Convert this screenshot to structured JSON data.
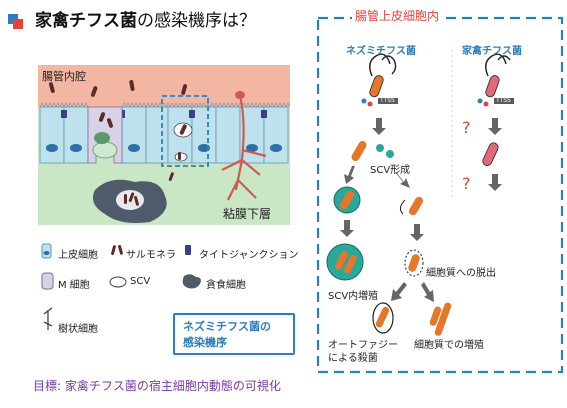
{
  "title": {
    "main": "家禽チフス菌",
    "rest": "の感染機序は？"
  },
  "tissue": {
    "lumen_label": "腸管内腔",
    "submucosa_label": "粘膜下層"
  },
  "legend": {
    "epithelial": "上皮細胞",
    "salmonella": "サルモネラ",
    "tight_junction": "タイトジャンクション",
    "m_cell": "M 細胞",
    "scv": "SCV",
    "phagocyte": "貪食細胞",
    "dendritic": "樹状細胞"
  },
  "mechanism_box": {
    "line1": "ネズミチフス菌の",
    "line2": "感染機序"
  },
  "goal": "目標: 家禽チフス菌の宿主細胞内動態の可視化",
  "right_panel": {
    "title": "腸管上皮細胞内",
    "col_mouse": "ネズミチフス菌",
    "col_poultry": "家禽チフス菌",
    "ttss": "TTSS",
    "steps": {
      "scv_formation": "SCV形成",
      "scv_growth": "SCV内増殖",
      "escape": "細胞質への脱出",
      "autophagy_l1": "オートファジー",
      "autophagy_l2": "による殺菌",
      "cyto_growth": "細胞質での増殖"
    },
    "unknown_mark": "?"
  },
  "colors": {
    "accent_red": "#e0453a",
    "accent_blue": "#2a7fc0",
    "lumen": "#f2b6a2",
    "epithelium": "#bde2ee",
    "submucosa": "#c9e7c4",
    "bacteria": "#e5772a",
    "poultry_bacteria": "#e06a7a",
    "scv_teal": "#2aa89a",
    "goal_purple": "#7a3aa8"
  }
}
